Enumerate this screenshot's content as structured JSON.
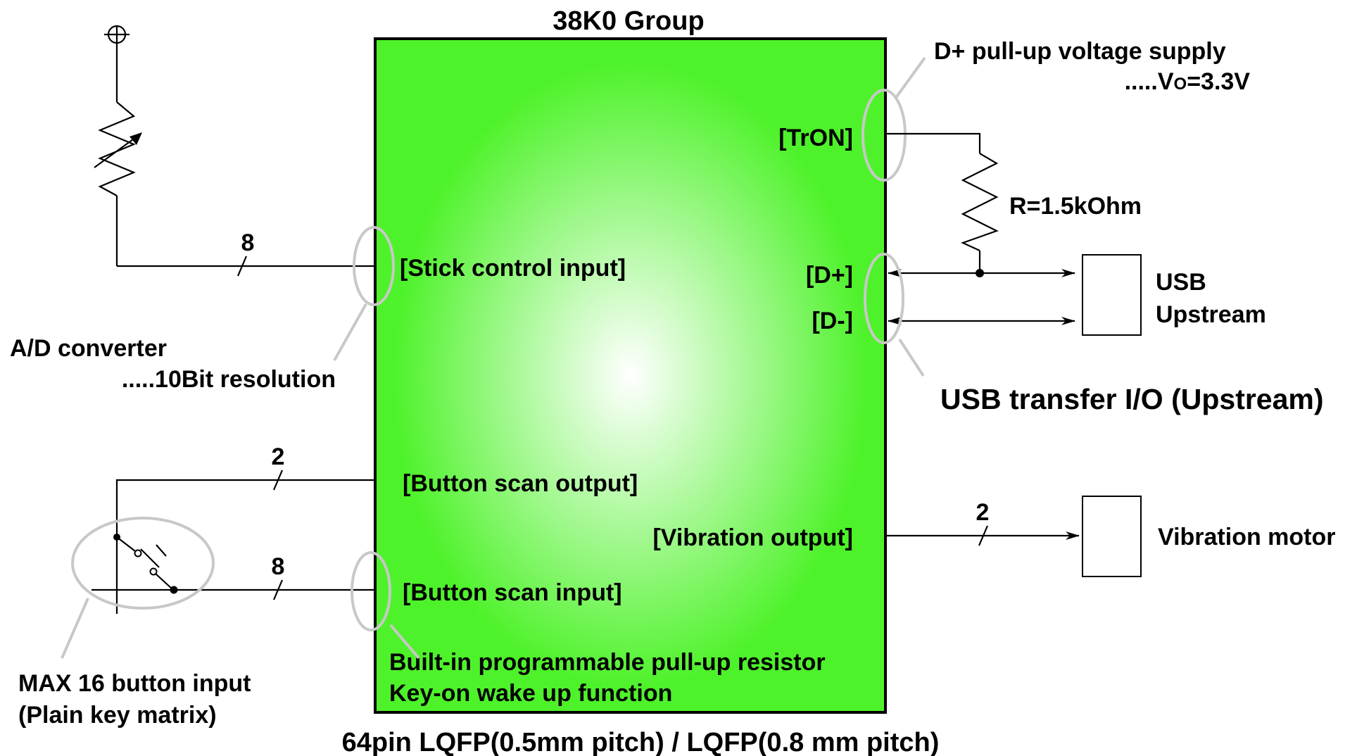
{
  "chip": {
    "group_title": "38K0 Group",
    "package": "64pin LQFP(0.5mm pitch) / LQFP(0.8 mm pitch)",
    "fill_color": "#4ef22a",
    "highlight_color": "#ffffff"
  },
  "pins": {
    "stick_input": "[Stick control input]",
    "button_scan_output": "[Button scan output]",
    "button_scan_input": "[Button scan input]",
    "tron": "[TrON]",
    "d_plus": "[D+]",
    "d_minus": "[D-]",
    "vibration_output": "[Vibration output]"
  },
  "chip_notes": {
    "line1": "Built-in programmable pull-up resistor",
    "line2": "Key-on wake up function"
  },
  "left": {
    "ad_converter": "A/D converter",
    "ad_resolution": ".....10Bit resolution",
    "stick_bus_width": "8",
    "scan_output_width": "2",
    "scan_input_width": "8",
    "button_input_line1": "MAX 16 button input",
    "button_input_line2": "(Plain key matrix)"
  },
  "right": {
    "pullup_title": "D+ pull-up voltage supply",
    "pullup_prefix": ".....V",
    "pullup_sub": "O",
    "pullup_value": "=3.3V",
    "resistor": "R=1.5kOhm",
    "usb_line1": "USB",
    "usb_line2": "Upstream",
    "usb_transfer": "USB transfer I/O (Upstream)",
    "vibration_width": "2",
    "vibration_motor": "Vibration motor"
  }
}
